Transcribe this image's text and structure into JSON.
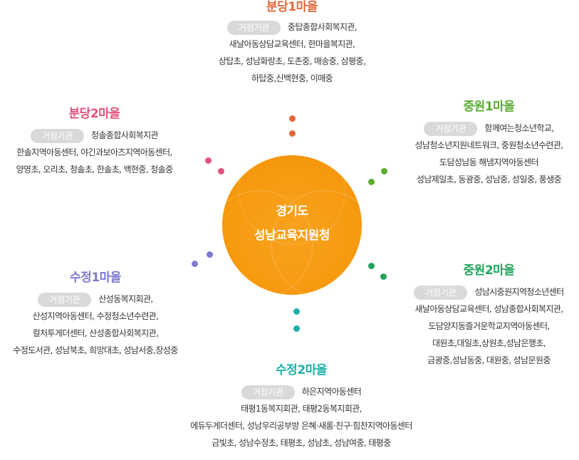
{
  "center": {
    "line1": "경기도",
    "line2": "성남교육지원청"
  },
  "badge_label": "거점기관",
  "villages": {
    "bundang1": {
      "title": "분당1마을",
      "color": "#e0683a",
      "hub": "중탑종합사회복지관,",
      "lines": [
        "새날아동상담교육센터, 한마을복지관,",
        "상탑초, 성남화랑초, 도촌중, 매송중, 삼평중,",
        "하탑중,신백현중, 이매중"
      ]
    },
    "bundang2": {
      "title": "분당2마을",
      "color": "#e2527a",
      "hub": "청솔종합사회복지관",
      "lines": [
        "한솔지역아동센터, 야긴과보아즈지역아동센터,",
        "양영초, 오리초, 청솔초, 한솔초, 백현중, 청솔중"
      ]
    },
    "jungwon1": {
      "title": "중원1마을",
      "color": "#5aac30",
      "hub": "함께여는청소년학교,",
      "lines": [
        "성남청소년지원네트워크, 중원청소년수련관,",
        "도담성남동 해냄지역아동센터",
        "성남제일초, 동광중, 성남중, 성일중, 풍생중"
      ]
    },
    "sujeong1": {
      "title": "수정1마을",
      "color": "#7b7ad0",
      "hub": "산성동복지회관,",
      "lines": [
        "산성지역아동센터, 수정청소년수련관,",
        "컬처투게더센터, 산성종합사회복지관,",
        "수정도서관, 성남북초, 희망대초, 성남서중,창성중"
      ]
    },
    "jungwon2": {
      "title": "중원2마을",
      "color": "#22a35a",
      "hub": "성남시중원지역청소년센터",
      "lines": [
        "새날아동상담교육센터, 성남종합사회복지관,",
        "도담양지동즐거운학교지역아동센터,",
        "대원초,대일초,상원초,성남은행초,",
        "금광중,성남동중, 대원중, 성남문원중"
      ]
    },
    "sujeong2": {
      "title": "수정2마을",
      "color": "#1ab0a8",
      "hub": "하은지역아동센터",
      "lines": [
        "태평1동복지회관, 태평2동복지회관,",
        "에듀두게더센터, 성남우리공부방 은혜·새롬·친구·힘찬지역아동센터",
        "금빛초, 성남수정초, 태평초, 성남초, 성남여중, 태평중"
      ]
    }
  }
}
